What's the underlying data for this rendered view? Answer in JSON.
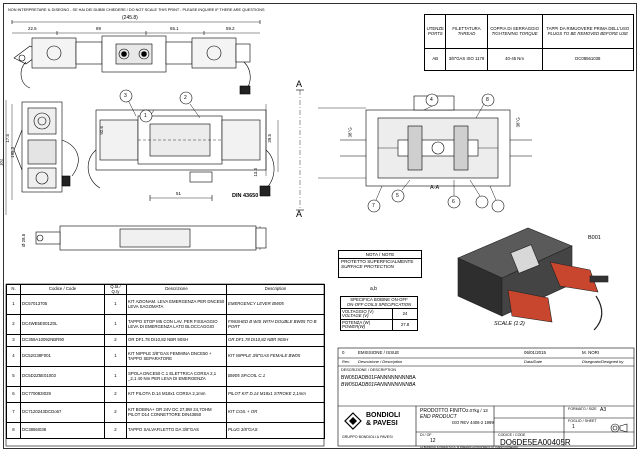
{
  "header_note": "NON INTERPRETARE IL DISEGNO - SE HAI DEI DUBBI CHIEDERE / DO NOT SCALE THIS PRINT - PLEASE INQUIRE IF THERE ARE QUESTIONS",
  "dims": {
    "overall": "(245.8)",
    "top": [
      "22.5",
      "89",
      "65.1",
      "59.2"
    ],
    "left": [
      "17.5",
      "182",
      "195.3"
    ],
    "mid": [
      "92.6",
      "39.5",
      "51",
      "13.3"
    ],
    "diam": "Ø 28.5",
    "right": [
      "38°G",
      "38°G"
    ]
  },
  "callouts": [
    "1",
    "2",
    "3",
    "4",
    "5",
    "6",
    "7",
    "8"
  ],
  "section_letters": [
    "A",
    "A"
  ],
  "section_label": "A-A",
  "standard_label": "DIN 43650",
  "part_label": "B001",
  "scale_label": "SCALE (1:2)",
  "ports_table": {
    "headers": [
      [
        "UTENZE",
        "PORTS"
      ],
      [
        "FILETTATURA",
        "THREAD"
      ],
      [
        "COPPIA DI SERRAGGIO",
        "TIGHTENING TORQUE"
      ],
      [
        "TAPPI DA RIMUOVERE PRIMA DELL'USO",
        "PLUGS TO BE REMOVED BEFORE USE"
      ]
    ],
    "row": [
      "AB",
      "3/8\"GAS ISO 1179",
      "40-45 Nm",
      "DC08561038"
    ]
  },
  "note": {
    "title": "NOTA / NOTE",
    "lines": [
      "PROTETTO SUPERFICIALMENTE",
      "SURFACE PROTECTION"
    ]
  },
  "ab_label": "a,b",
  "coil_table": {
    "title": [
      "SPECIFICA BOBINE ON-OFF",
      "ON-OFF COILS SPECIFICATION"
    ],
    "rows": [
      {
        "label": "VOLTAGGIO (V)",
        "label_en": "VOLTAGE (V)",
        "value": "24"
      },
      {
        "label": "POTENZA (W)",
        "label_en": "POWER(W)",
        "value": "27.8"
      }
    ]
  },
  "bom": {
    "headers": [
      "N.",
      "Codice / Code",
      "Q.tà / Q.ty",
      "Descrizione",
      "Description"
    ],
    "rows": [
      [
        "1",
        "DC57013705",
        "1",
        "KIT AZIONAM. LEVA EMERGENZA PER DNCE50 LEVA SAGOMATA",
        "EMERGENCY LEVER BW05"
      ],
      [
        "2",
        "DC4WE5E001Z0L",
        "1",
        "TAPPO STOP M5 CON LAV. PER FISSAGGIO LEVA DI EMERGENZA LATO BLOCCAGGIO",
        "FINISHED B WIS WITH DOUBLE BW05 TO B PORT"
      ],
      [
        "3",
        "DC359A10092NBR90",
        "2",
        "OR DF1.78 DI10,82 NBR 90SH",
        "OR DF1.78 DI10,82 NBR 90SH"
      ],
      [
        "4",
        "DC52G38F001",
        "1",
        "KIT NIPPLE 3/8\"GAS FEMMINA DNCE50 + TAPPO SEPARATORE",
        "KIT NIPPLE 3/8\"GAS FEMALE BW05"
      ],
      [
        "5",
        "DC5D2Z5E01003",
        "1",
        "SPOLA DNCE50 C.1 ELETTRICA CORSA 2,1 _2,1 40 Nm PER LEVA DI EMERGENZA",
        "BW05 SP.COIL C.1"
      ],
      [
        "6",
        "DC770083I029",
        "2",
        "KIT PILOTA D.14 M18x1 CORSA 2,1mm",
        "PILOT KIT D.14 M18x1 STROKE 2,1mm"
      ],
      [
        "7",
        "DC7120243DCDo67",
        "2",
        "KIT BOBINA+ OR 24V DC 27,8W 24,7OHM PILOT D14 CONNETTORE DIN43650",
        "KIT COIL + OR"
      ],
      [
        "8",
        "DC3856I038",
        "2",
        "TAPPO SALVAFILETTO DA 3/8\"GAS",
        "PLUG 3/8\"GAS"
      ]
    ]
  },
  "revision": {
    "row": [
      "0",
      "EMISSIONE / ISSUE",
      "06/01/2015",
      "M. NORI"
    ],
    "header": [
      "Rev.",
      "Descrizione / Description",
      "Data/Date",
      "Disegnato/Designed by"
    ]
  },
  "code_section": {
    "caption": "DESCRIZIONE / DESCRIPTION",
    "lines": [
      "BW05DADB01FANNNNNNNNBA",
      "BW05DADB01FANNNNNNNNBA"
    ]
  },
  "title_block": {
    "company": [
      "BONDIOLI",
      "& PAVESI"
    ],
    "group": "GRUPPO BONDIOLI & PAVESI",
    "product": [
      "PRODOTTO FINITO",
      "END PRODUCT"
    ],
    "weight": "2.07kg / 13",
    "standard": "ISO REV 4406-2 1999",
    "format_label": "FORMATO / SIZE",
    "format": "A3",
    "sheet_label": "FOGLIO / SHEET",
    "sheet": "1",
    "sheets_label": "DI / OF",
    "sheets": "12",
    "code_label": "CODICE / CODE",
    "code": "DO6DE5EA00405R",
    "footer": "LA BONDIOLI & PAVESI S.P.A. SI RISERVA LA PROPRIETA' DI QUESTO DISEGNO"
  }
}
